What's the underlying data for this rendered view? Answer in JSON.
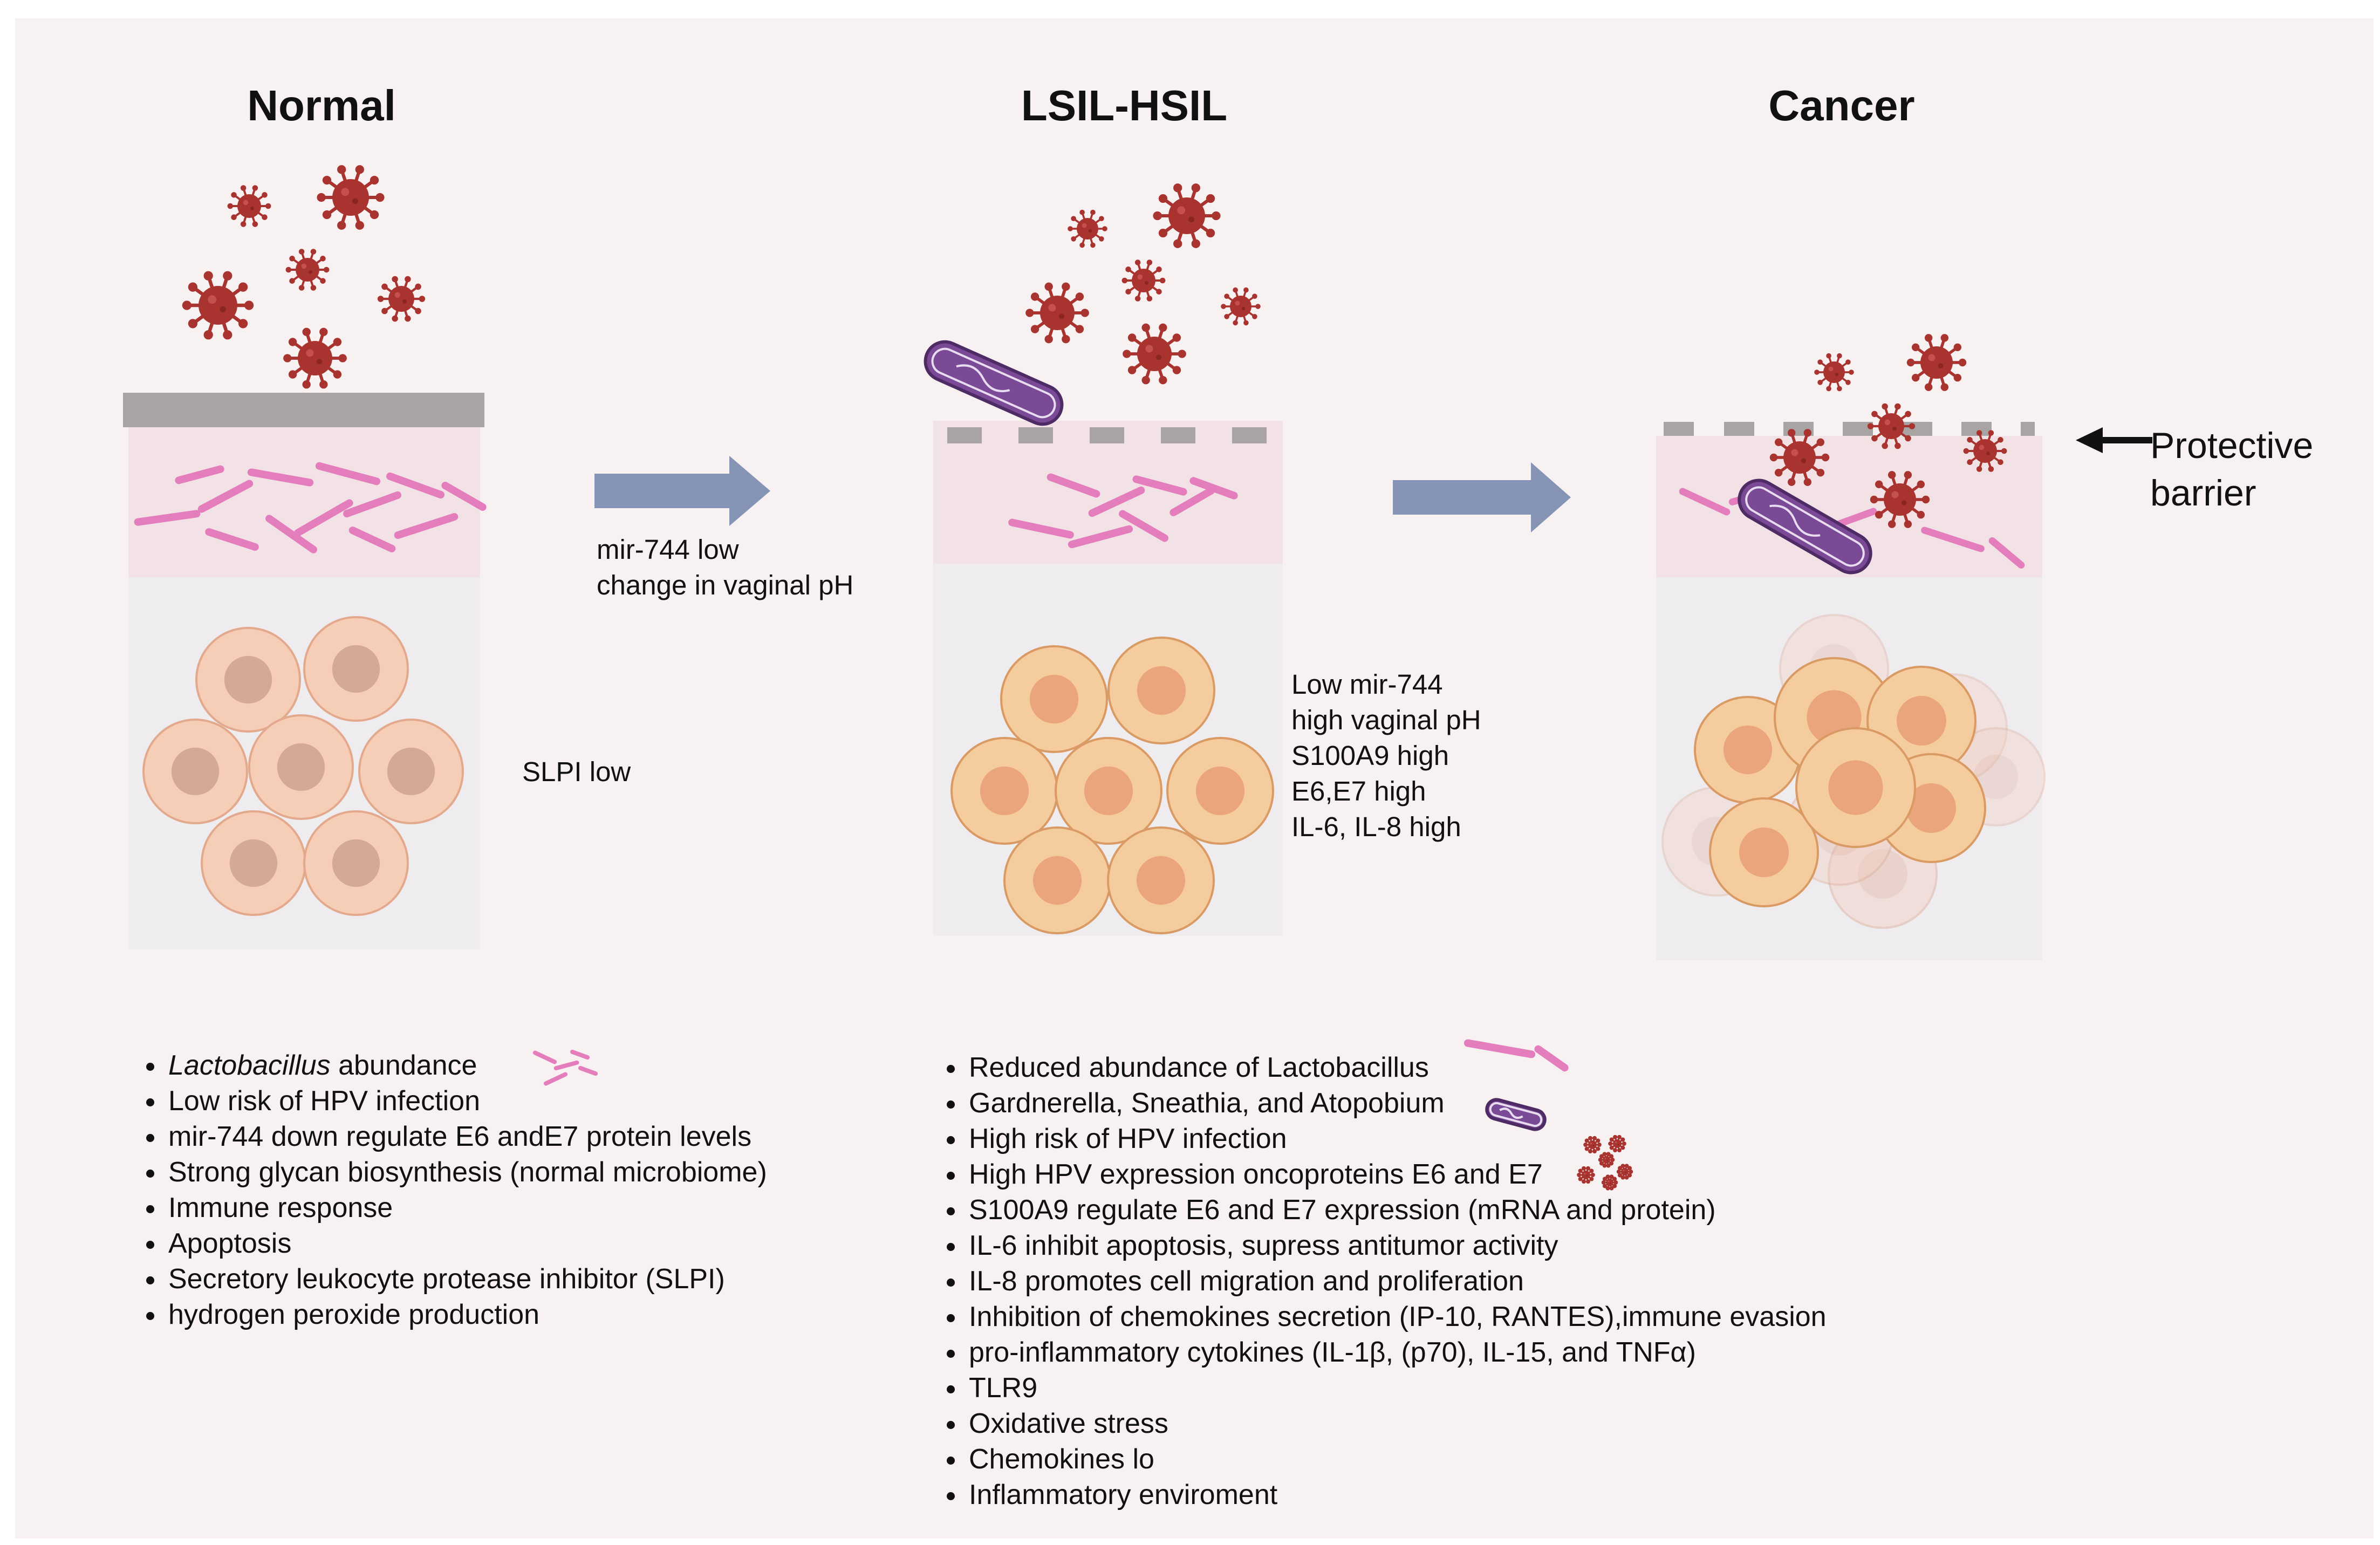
{
  "stages": [
    {
      "title": "Normal"
    },
    {
      "title": "LSIL-HSIL"
    },
    {
      "title": "Cancer"
    }
  ],
  "transitions": [
    {
      "lines": [
        "mir-744 low",
        "change in vaginal pH"
      ]
    }
  ],
  "stage_notes": {
    "normal": [
      "SLPI low"
    ],
    "lsil_hsil": [
      "Low mir-744",
      "high vaginal pH",
      "S100A9 high",
      "E6,E7 high",
      "IL-6, IL-8 high"
    ]
  },
  "callout": {
    "lines": [
      "Protective",
      "barrier"
    ]
  },
  "normal_features": {
    "first_item_italic": "Lactobacillus",
    "first_item_rest": " abundance",
    "items": [
      "Low risk of HPV infection",
      "mir-744 down regulate E6 andE7 protein levels",
      "Strong glycan biosynthesis (normal microbiome)",
      "Immune response",
      "Apoptosis",
      "Secretory leukocyte protease inhibitor (SLPI)",
      "hydrogen peroxide production"
    ]
  },
  "lesion_features": {
    "items": [
      "Reduced abundance of Lactobacillus",
      "Gardnerella, Sneathia, and Atopobium",
      "High risk of HPV infection",
      "High HPV  expression oncoproteins E6 and E7",
      "S100A9 regulate E6 and E7 expression (mRNA and protein)",
      " IL-6 inhibit apoptosis, supress antitumor activity",
      " IL-8 promotes cell migration and proliferation",
      " Inhibition of chemokines secretion (IP-10, RANTES),immune evasion",
      "pro-inflammatory cytokines (IL-1β, (p70), IL-15, and TNFα)",
      "TLR9",
      "Oxidative stress",
      "Chemokines lo",
      "Inflammatory enviroment"
    ]
  },
  "colors": {
    "background": "#f7f1f1",
    "barrier": "#a8a4a4",
    "mucosa": "#f2e2e6",
    "tissue": "#efecf0",
    "cell_fill": "#f6cdb6",
    "cell_nucleus": "#d4aa96",
    "lesion_cell_fill": "#f5cc9d",
    "lesion_cell_nucleus": "#eaa57c",
    "virus": "#a8332f",
    "lactobacillus": "#e47dbc",
    "pathogen_bacterium": "#7b4a97",
    "arrow": "#8594b4"
  },
  "icons": [
    "virus-icon",
    "lactobacillus-icon",
    "bacterium-icon",
    "arrow-icon",
    "cell-icon"
  ]
}
